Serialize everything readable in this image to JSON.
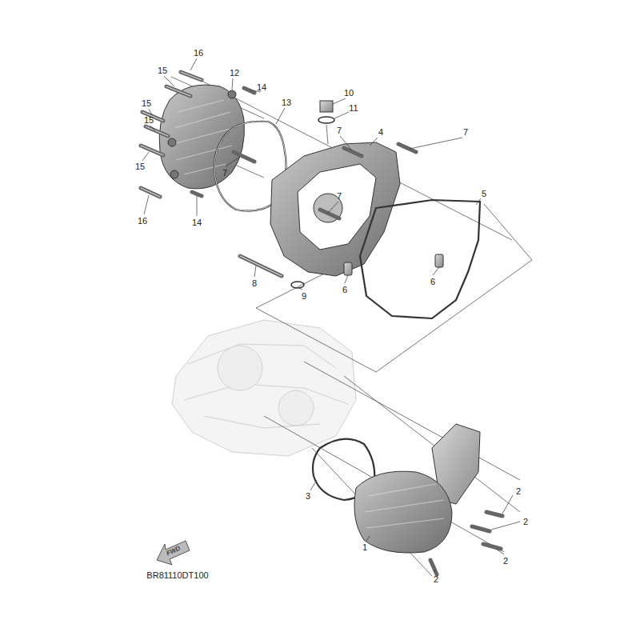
{
  "diagram": {
    "labels": [
      "16",
      "15",
      "12",
      "14",
      "13",
      "10",
      "11",
      "15",
      "7",
      "4",
      "7",
      "15",
      "15",
      "7",
      "16",
      "14",
      "7",
      "5",
      "8",
      "6",
      "9",
      "6",
      "2",
      "3",
      "2",
      "2",
      "1",
      "2",
      "FWD",
      "BR81110DT100"
    ]
  }
}
